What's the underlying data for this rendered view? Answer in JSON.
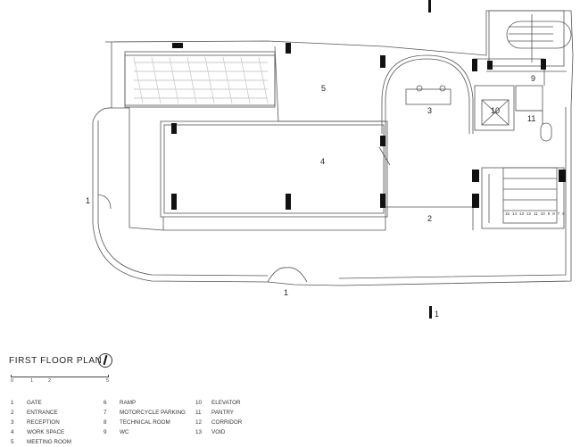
{
  "title": "FIRST FLOOR PLAN",
  "scale": {
    "ticks": [
      "0",
      "1",
      "2",
      "5"
    ]
  },
  "section_marker": "1",
  "room_labels": {
    "gate_left": "1",
    "gate_bottom": "1",
    "entrance": "2",
    "reception": "3",
    "work_space": "4",
    "meeting_room": "5",
    "wc": "9",
    "elevator": "10",
    "pantry": "11"
  },
  "stair_steps": [
    "15",
    "14",
    "13",
    "12",
    "11",
    "10",
    "9",
    "8",
    "7",
    "6"
  ],
  "legend": [
    [
      {
        "n": "1",
        "t": "GATE"
      },
      {
        "n": "2",
        "t": "ENTRANCE"
      },
      {
        "n": "3",
        "t": "RECEPTION"
      },
      {
        "n": "4",
        "t": "WORK SPACE"
      },
      {
        "n": "5",
        "t": "MEETING ROOM"
      }
    ],
    [
      {
        "n": "6",
        "t": "RAMP"
      },
      {
        "n": "7",
        "t": "MOTORCYCLE PARKING"
      },
      {
        "n": "8",
        "t": "TECHNICAL ROOM"
      },
      {
        "n": "9",
        "t": "WC"
      }
    ],
    [
      {
        "n": "10",
        "t": "ELEVATOR"
      },
      {
        "n": "11",
        "t": "PANTRY"
      },
      {
        "n": "12",
        "t": "CORRIDOR"
      },
      {
        "n": "13",
        "t": "VOID"
      }
    ]
  ]
}
